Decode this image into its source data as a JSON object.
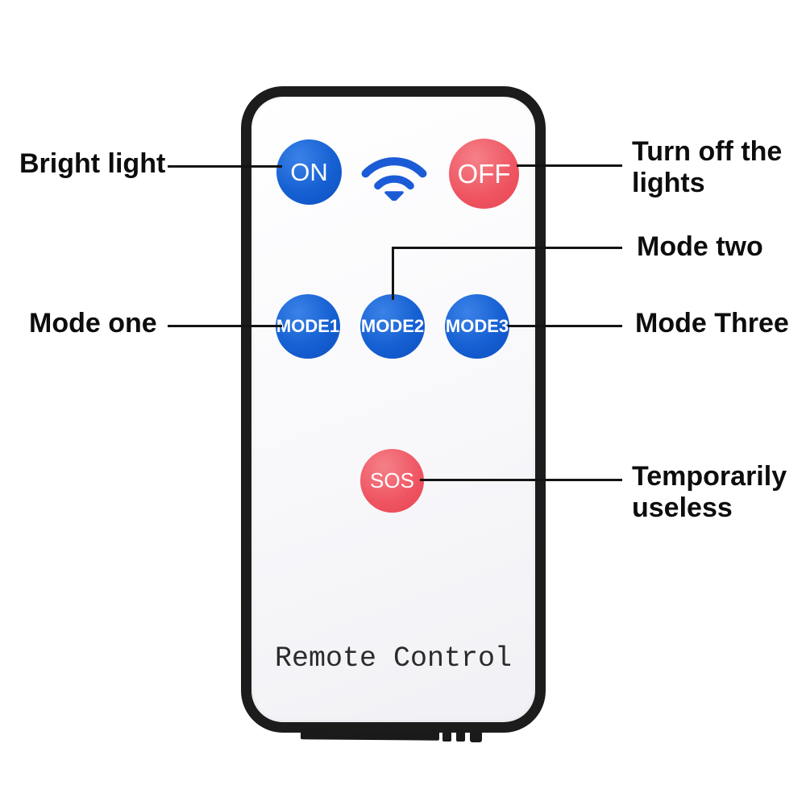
{
  "remote": {
    "brand_text": "Remote Control",
    "buttons": {
      "on": "ON",
      "off": "OFF",
      "mode1": "MODE1",
      "mode2": "MODE2",
      "mode3": "MODE3",
      "sos": "SOS"
    },
    "colors": {
      "button_blue": "#1560d2",
      "button_red": "#ee5460",
      "wifi_blue": "#1b5cd6",
      "body_border": "#1c1c1c",
      "face": "#f8f8fb",
      "line_color": "#141414"
    }
  },
  "annotations": {
    "bright_light": "Bright light",
    "turn_off_the_lights": "Turn off the lights",
    "mode_one": "Mode one",
    "mode_two": "Mode two",
    "mode_three": "Mode Three",
    "temporarily_useless": "Temporarily useless"
  }
}
